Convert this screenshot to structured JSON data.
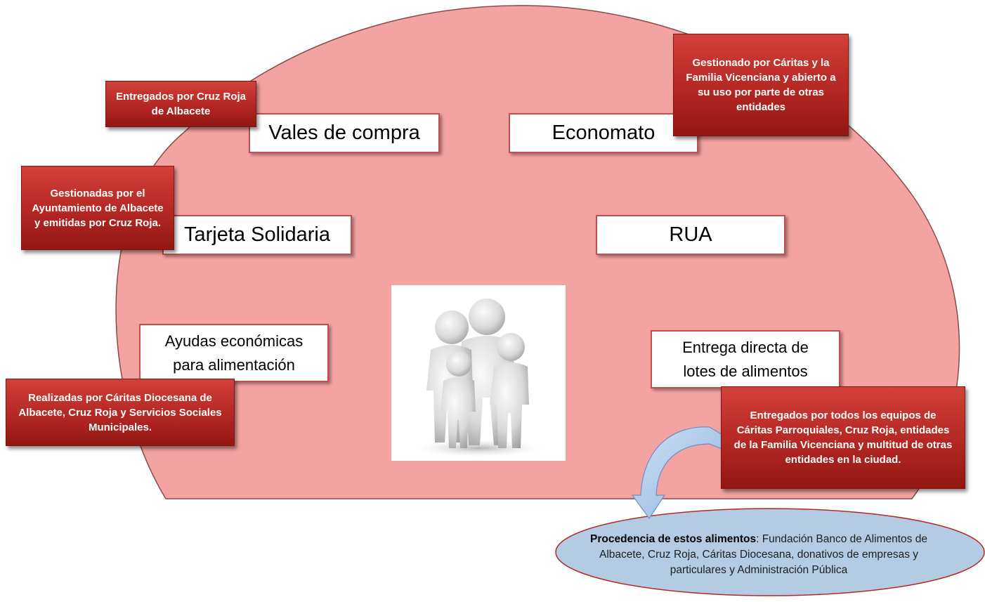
{
  "boxes": {
    "vales": "Vales de compra",
    "economato": "Economato",
    "tarjeta": "Tarjeta Solidaria",
    "rua": "RUA",
    "ayudas_line1": "Ayudas económicas",
    "ayudas_line2": "para alimentación",
    "entrega_line1": "Entrega directa de",
    "entrega_line2": "lotes de  alimentos"
  },
  "notes": {
    "vales": "Entregados por Cruz Roja de Albacete",
    "economato": "Gestionado por Cáritas y la Familia Vicenciana y abierto a su uso por parte de otras entidades",
    "tarjeta": "Gestionadas por el Ayuntamiento de Albacete y emitidas por Cruz Roja.",
    "ayudas": "Realizadas por Cáritas Diocesana de Albacete, Cruz Roja y Servicios Sociales Municipales.",
    "entrega": "Entregados por todos los equipos de Cáritas Parroquiales, Cruz Roja, entidades de la Familia Vicenciana y multitud de otras entidades en la ciudad."
  },
  "origin": {
    "label": "Procedencia de estos alimentos",
    "text": ": Fundación Banco de Alimentos de Albacete, Cruz Roja, Cáritas Diocesana, donativos de empresas y particulares y Administración Pública"
  },
  "icons": {
    "center_image": "family-figures-icon",
    "arrow": "curved-arrow-icon"
  },
  "colors": {
    "dome_fill": "#f4a3a3",
    "dome_stroke": "#8a4b4b",
    "box_border": "#c0504d",
    "note_fill": "#b42723",
    "ellipse_fill": "#b3cbe3",
    "ellipse_stroke": "#b22a25",
    "arrow_fill": "#a9c6ea"
  }
}
